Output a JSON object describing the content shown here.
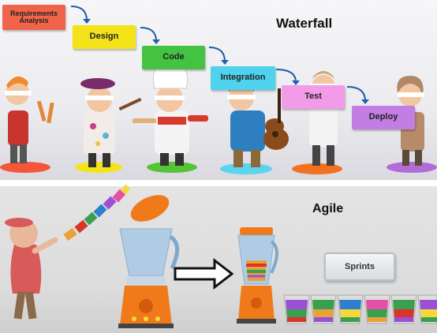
{
  "waterfall": {
    "title": "Waterfall",
    "steps": [
      {
        "label": "Requirements Analysis",
        "color": "#f0644a"
      },
      {
        "label": "Design",
        "color": "#f5e31a"
      },
      {
        "label": "Code",
        "color": "#44c342"
      },
      {
        "label": "Integration",
        "color": "#4fd2ee"
      },
      {
        "label": "Test",
        "color": "#f29be9"
      },
      {
        "label": "Deploy",
        "color": "#c37ee3"
      }
    ]
  },
  "agile": {
    "title": "Agile",
    "sprints_label": "Sprints"
  },
  "colors": {
    "arrow": "#1f5fa8",
    "blender_body": "#f07a1a",
    "blender_jar": "#a8c9e6"
  }
}
